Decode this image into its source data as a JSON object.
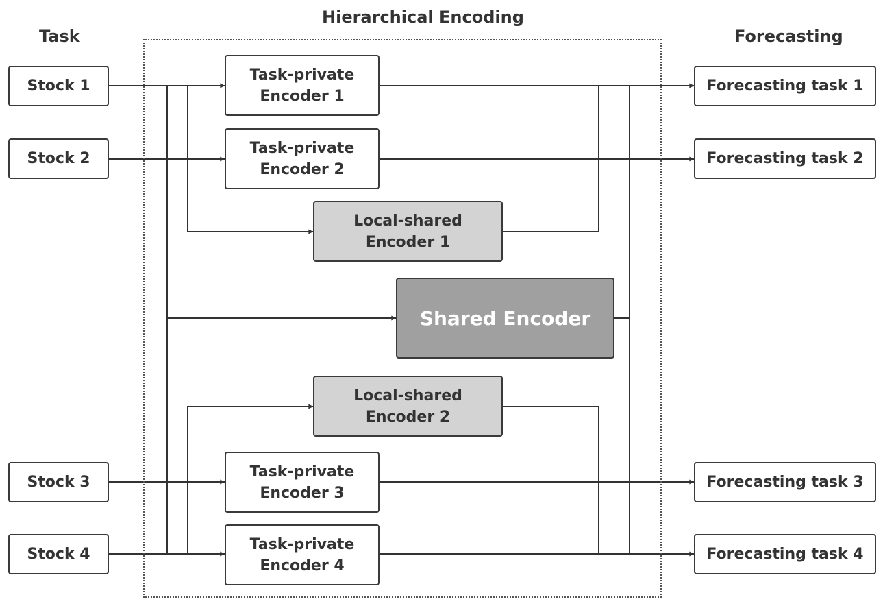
{
  "headers": {
    "task": "Task",
    "hierarchical": "Hierarchical Encoding",
    "forecasting": "Forecasting"
  },
  "inputs": [
    "Stock 1",
    "Stock 2",
    "Stock 3",
    "Stock 4"
  ],
  "task_private": [
    {
      "line1": "Task-private",
      "line2": "Encoder 1"
    },
    {
      "line1": "Task-private",
      "line2": "Encoder 2"
    },
    {
      "line1": "Task-private",
      "line2": "Encoder 3"
    },
    {
      "line1": "Task-private",
      "line2": "Encoder 4"
    }
  ],
  "local_shared": [
    {
      "line1": "Local-shared",
      "line2": "Encoder 1"
    },
    {
      "line1": "Local-shared",
      "line2": "Encoder 2"
    }
  ],
  "shared": "Shared Encoder",
  "outputs": [
    "Forecasting task 1",
    "Forecasting task 2",
    "Forecasting task 3",
    "Forecasting task 4"
  ],
  "colors": {
    "line": "#333333",
    "box_border": "#3a3a3a",
    "local_shared_fill": "#d3d3d3",
    "shared_fill": "#a0a0a0",
    "shared_text": "#ffffff"
  }
}
